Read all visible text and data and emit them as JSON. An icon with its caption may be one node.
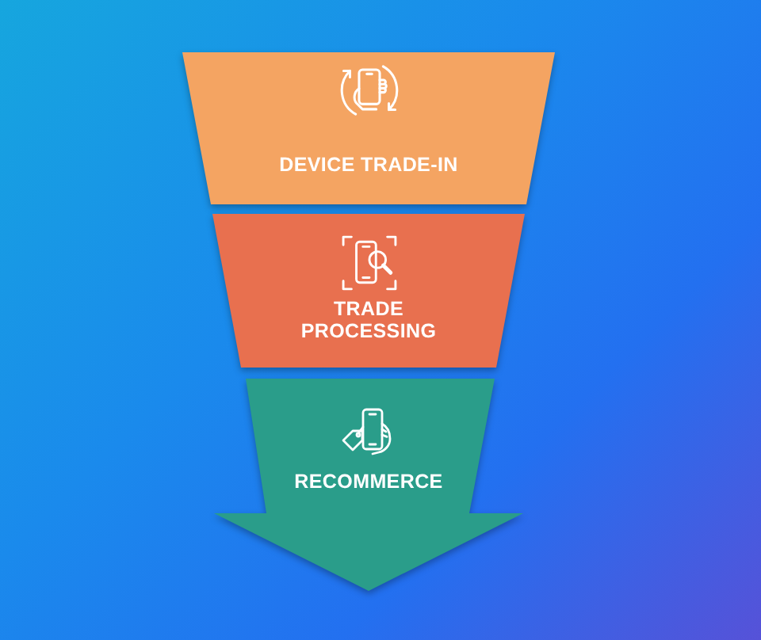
{
  "diagram": {
    "nodes": [
      {
        "text": [
          "DEVICE TRADE-IN"
        ]
      },
      {
        "text": [
          "TRADE PROCESSING"
        ]
      },
      {
        "text": [
          "RECOMMERCE"
        ]
      }
    ]
  }
}
